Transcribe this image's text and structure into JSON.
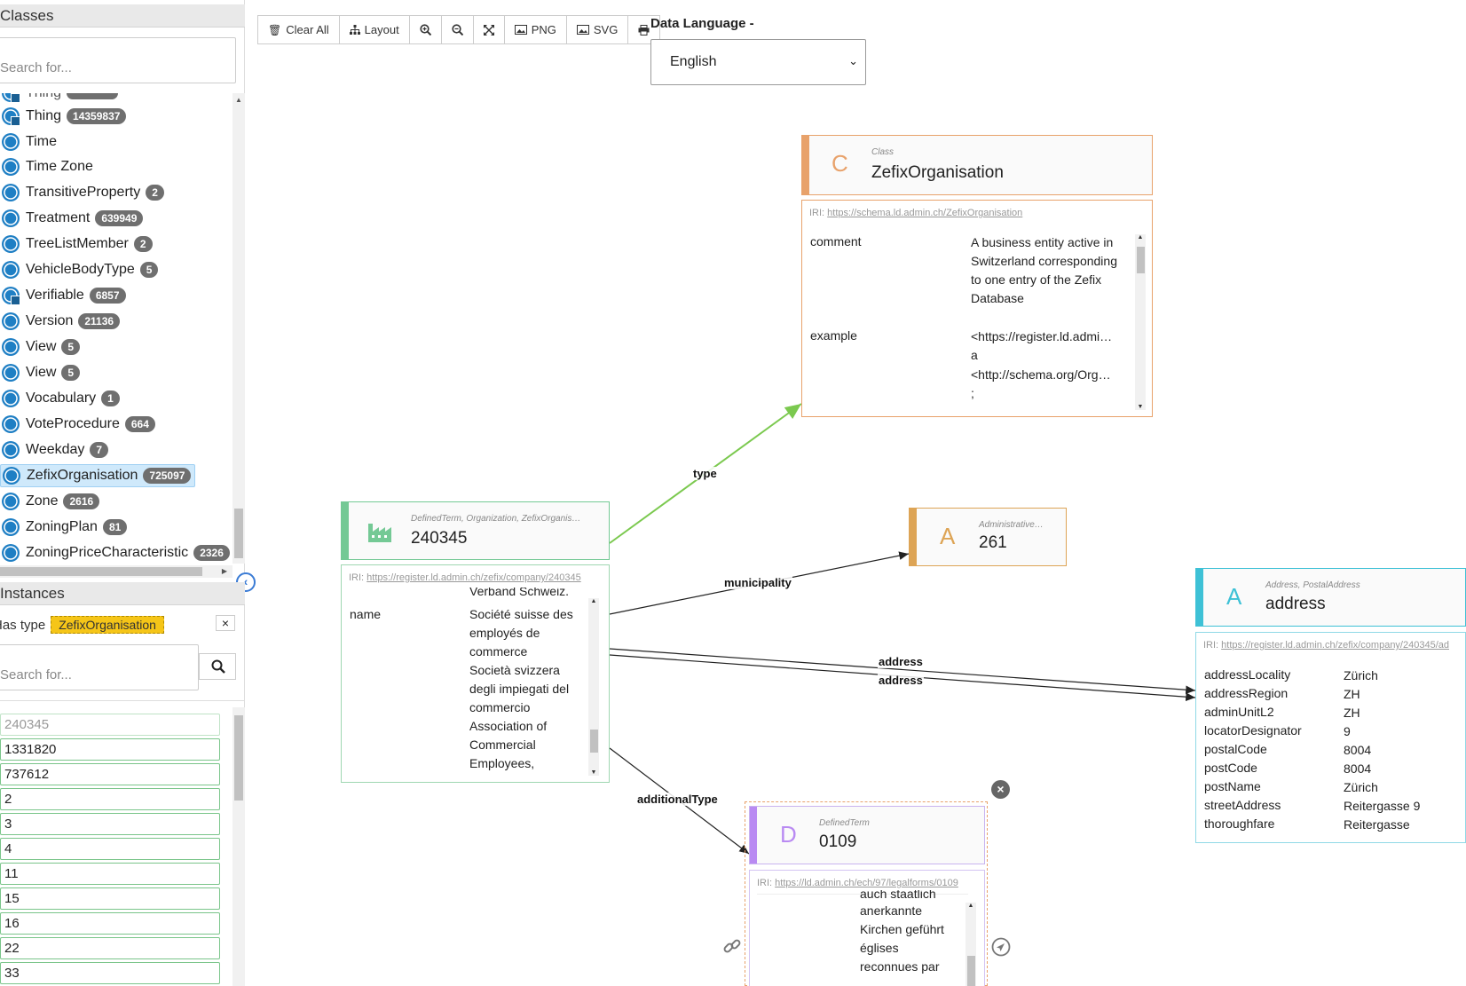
{
  "classes_panel": {
    "title": "Classes",
    "search_placeholder": "Search for...",
    "items": [
      {
        "label": "Thing",
        "count": "14359837"
      },
      {
        "label": "Time",
        "count": ""
      },
      {
        "label": "Time Zone",
        "count": ""
      },
      {
        "label": "TransitiveProperty",
        "count": "2"
      },
      {
        "label": "Treatment",
        "count": "639949"
      },
      {
        "label": "TreeListMember",
        "count": "2"
      },
      {
        "label": "VehicleBodyType",
        "count": "5"
      },
      {
        "label": "Verifiable",
        "count": "6857"
      },
      {
        "label": "Version",
        "count": "21136"
      },
      {
        "label": "View",
        "count": "5"
      },
      {
        "label": "View",
        "count": "5"
      },
      {
        "label": "Vocabulary",
        "count": "1"
      },
      {
        "label": "VoteProcedure",
        "count": "664"
      },
      {
        "label": "Weekday",
        "count": "7"
      },
      {
        "label": "ZefixOrganisation",
        "count": "725097"
      },
      {
        "label": "Zone",
        "count": "2616"
      },
      {
        "label": "ZoningPlan",
        "count": "81"
      },
      {
        "label": "ZoningPriceCharacteristic",
        "count": "2326"
      }
    ]
  },
  "instances_panel": {
    "title": "Instances",
    "filter_label": "Has type",
    "filter_value": "ZefixOrganisation",
    "filter_close": "×",
    "search_placeholder": "Search for...",
    "items": [
      "240345",
      "1331820",
      "737612",
      "2",
      "3",
      "4",
      "11",
      "15",
      "16",
      "22",
      "33"
    ]
  },
  "toolbar": {
    "clear_all": "Clear All",
    "layout": "Layout",
    "png": "PNG",
    "svg": "SVG"
  },
  "data_language": {
    "label": "Data Language -",
    "selected": "English"
  },
  "nodes": {
    "zefix_class": {
      "letter": "C",
      "types": "Class",
      "title": "ZefixOrganisation",
      "iri": "https://schema.ld.admin.ch/ZefixOrganisation",
      "props": [
        {
          "key": "comment",
          "value": "A business entity active in Switzerland corresponding to one entry of the Zefix Database"
        },
        {
          "key": "example",
          "value": "<https://register.ld.admi…"
        }
      ],
      "extra_values": [
        "a",
        "<http://schema.org/Org…",
        ";"
      ]
    },
    "company": {
      "types": "DefinedTerm, Organization, ZefixOrganis…",
      "title": "240345",
      "iri": "https://register.ld.admin.ch/zefix/company/240345",
      "prop_key": "name",
      "values": [
        "Verband Schweiz.",
        "Société suisse des employés de commerce",
        "Società svizzera degli impiegati del commercio",
        "Association of Commercial Employees,"
      ]
    },
    "municipality": {
      "letter": "A",
      "types": "Administrative…",
      "title": "261"
    },
    "address": {
      "letter": "A",
      "types": "Address, PostalAddress",
      "title": "address",
      "iri": "https://register.ld.admin.ch/zefix/company/240345/ad",
      "props": [
        {
          "key": "addressLocality",
          "value": "Zürich"
        },
        {
          "key": "addressRegion",
          "value": "ZH"
        },
        {
          "key": "adminUnitL2",
          "value": "ZH"
        },
        {
          "key": "locatorDesignator",
          "value": "9"
        },
        {
          "key": "postalCode",
          "value": "8004"
        },
        {
          "key": "postCode",
          "value": "8004"
        },
        {
          "key": "postName",
          "value": "Zürich"
        },
        {
          "key": "streetAddress",
          "value": "Reitergasse 9"
        },
        {
          "key": "thoroughfare",
          "value": "Reitergasse"
        }
      ]
    },
    "legalform": {
      "letter": "D",
      "types": "DefinedTerm",
      "title": "0109",
      "iri": "https://ld.admin.ch/ech/97/legalforms/0109",
      "values": [
        "auch staatlich",
        "anerkannte",
        "Kirchen geführt",
        "églises",
        "reconnues par"
      ]
    }
  },
  "edges": {
    "type": "type",
    "municipality": "municipality",
    "address_1": "address",
    "address_2": "address",
    "additional_type": "additionalType"
  },
  "colors": {
    "class_stripe": "#e8a26b",
    "company_stripe": "#74c995",
    "municipality_stripe": "#dda455",
    "address_stripe": "#3ec1d6",
    "legalform_stripe": "#b98af2",
    "selected_bg": "#cfe9fb",
    "badge_bg": "#6f6f6f",
    "chip_bg": "#f5c518"
  }
}
